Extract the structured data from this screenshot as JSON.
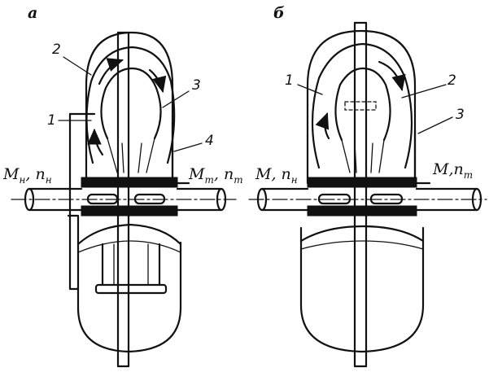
{
  "panel_a": {
    "letter": "а",
    "left_shaft_label": "M",
    "left_shaft_label_sub": "н",
    "left_shaft_label_mid": ", n",
    "left_shaft_label_sub2": "н",
    "right_shaft_label": "M",
    "right_shaft_label_sub": "т",
    "right_shaft_label_mid": ", n",
    "right_shaft_label_sub2": "т",
    "callouts": [
      "2",
      "1",
      "3",
      "4"
    ]
  },
  "panel_b": {
    "letter": "б",
    "left_shaft_label": "M, n",
    "left_shaft_label_sub": "н",
    "right_shaft_label": "M,n",
    "right_shaft_label_sub": "т",
    "callouts": [
      "1",
      "2",
      "3"
    ]
  }
}
